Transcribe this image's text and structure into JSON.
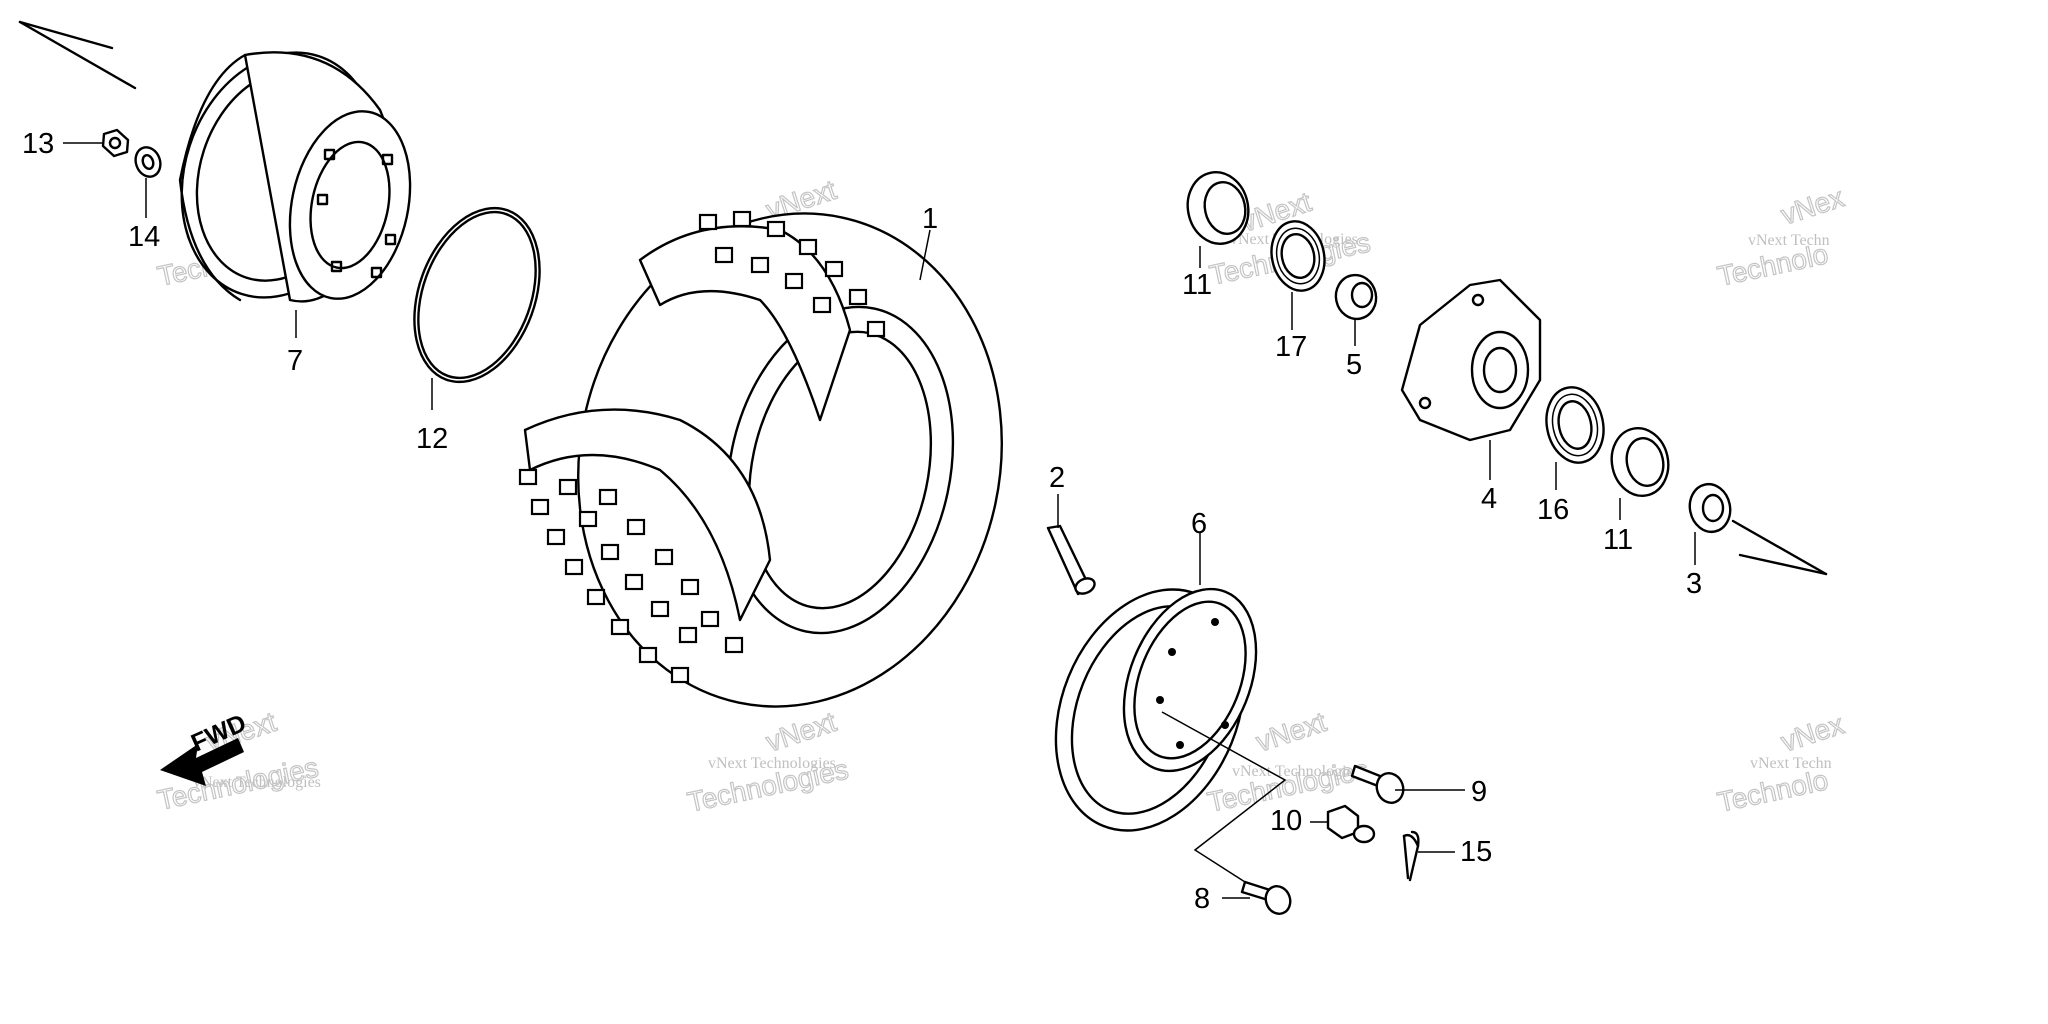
{
  "callouts": [
    {
      "id": "1",
      "text": "1"
    },
    {
      "id": "2",
      "text": "2"
    },
    {
      "id": "3",
      "text": "3"
    },
    {
      "id": "4",
      "text": "4"
    },
    {
      "id": "5",
      "text": "5"
    },
    {
      "id": "6",
      "text": "6"
    },
    {
      "id": "7",
      "text": "7"
    },
    {
      "id": "8",
      "text": "8"
    },
    {
      "id": "9",
      "text": "9"
    },
    {
      "id": "10",
      "text": "10"
    },
    {
      "id": "11a",
      "text": "11"
    },
    {
      "id": "11b",
      "text": "11"
    },
    {
      "id": "12",
      "text": "12"
    },
    {
      "id": "13",
      "text": "13"
    },
    {
      "id": "14",
      "text": "14"
    },
    {
      "id": "15",
      "text": "15"
    },
    {
      "id": "16",
      "text": "16"
    },
    {
      "id": "17",
      "text": "17"
    }
  ],
  "direction_label": "FWD",
  "watermark": {
    "line1": "vNext Technologies",
    "line2a": "vNext",
    "line2b": "Technologies",
    "partial1": "vNext Techn",
    "partial2": "vNex",
    "partial3": "Technolo"
  }
}
